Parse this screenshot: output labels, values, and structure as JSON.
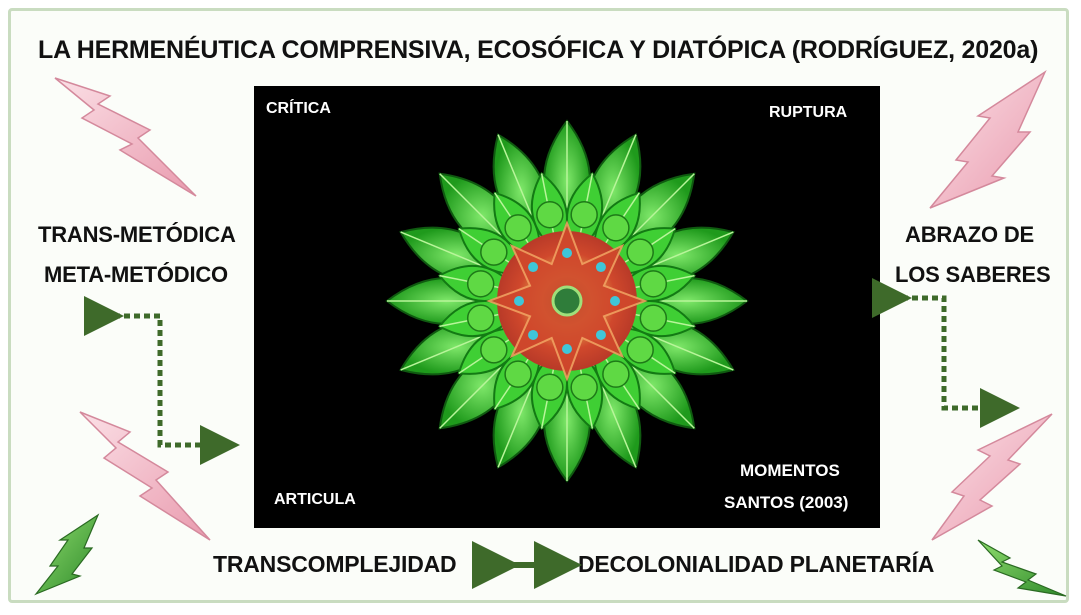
{
  "title": "LA HERMENÉUTICA COMPRENSIVA, ECOSÓFICA Y DIATÓPICA (RODRÍGUEZ, 2020a)",
  "left": {
    "line1": "TRANS-METÓDICA",
    "line2": "META-METÓDICO"
  },
  "right": {
    "line1": "ABRAZO DE",
    "line2": "LOS SABERES"
  },
  "bottom": {
    "left": "TRANSCOMPLEJIDAD",
    "right": "DECOLONIALIDAD PLANETARÍA"
  },
  "panel": {
    "top_left": "CRÍTICA",
    "top_right": "RUPTURA",
    "bottom_left": "ARTICULA",
    "bottom_right_1": "MOMENTOS",
    "bottom_right_2": "SANTOS (2003)"
  },
  "colors": {
    "arrow": "#3e6a2a",
    "bolt_pink": "#f4b6c4",
    "bolt_green": "#5cb84a",
    "leaf": "#37c22e",
    "center_red": "#d0482c"
  },
  "icons": [
    "lightning-bolt-icon",
    "double-arrow-icon",
    "mandala-flower-icon"
  ]
}
